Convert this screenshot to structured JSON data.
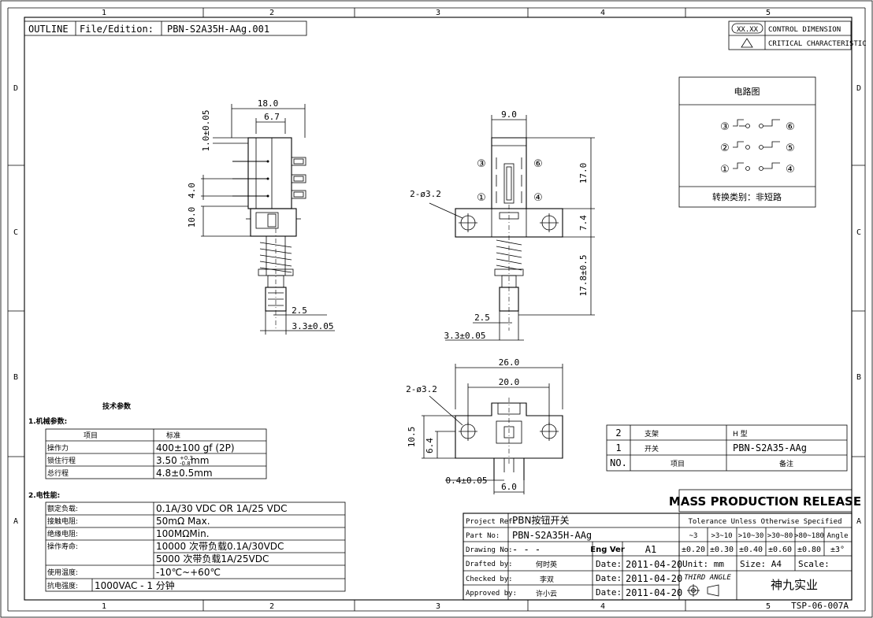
{
  "border": {
    "columns": [
      "1",
      "2",
      "3",
      "4",
      "5"
    ],
    "rows": [
      "D",
      "C",
      "B",
      "A"
    ]
  },
  "outline": {
    "label": "OUTLINE",
    "file_label": "File/Edition:",
    "file_value": "PBN-S2A35H-AAg.001"
  },
  "legend": {
    "control_symbol": "XX.XX",
    "control_text": "CONTROL DIMENSION",
    "critical_text": "CRITICAL CHARACTERISTIC"
  },
  "circuit": {
    "title": "电路图",
    "pins": [
      "①",
      "②",
      "③",
      "④",
      "⑤",
      "⑥"
    ],
    "footer": "转换类别：非短路"
  },
  "side_view": {
    "dims": {
      "width": "18.0",
      "inner": "6.7",
      "top_tol": "1.0±0.05",
      "pitch": "4.0",
      "lower": "10.0",
      "pin_w": "2.5",
      "stem": "3.3±0.05"
    }
  },
  "front_view": {
    "dims": {
      "width": "9.0",
      "upper": "17.0",
      "mid": "7.4",
      "stem_len": "17.8±0.5",
      "pin_w": "2.5",
      "stem": "3.3±0.05",
      "holes": "2-ø3.2"
    },
    "pins": [
      "③",
      "⑥",
      "①",
      "④"
    ]
  },
  "bottom_view": {
    "dims": {
      "outer": "26.0",
      "inner": "20.0",
      "holes": "2-ø3.2",
      "height": "10.5",
      "mid": "6.4",
      "thick": "0.4±0.05",
      "pin": "6.0"
    }
  },
  "tech": {
    "title": "技术参数",
    "mech_title": "1.机械参数:",
    "mech_head": [
      "项目",
      "标准"
    ],
    "mech_rows": [
      {
        "name": "操作力",
        "value": "400±100 gf (2P)"
      },
      {
        "name": "锁住行程",
        "value": "3.50",
        "sup": "+0.3",
        "sub": "-0.8",
        "unit": "mm"
      },
      {
        "name": "总行程",
        "value": "4.8±0.5mm"
      }
    ],
    "elec_title": "2.电性能:",
    "elec_rows": [
      {
        "name": "额定负载:",
        "value": "0.1A/30 VDC OR 1A/25 VDC"
      },
      {
        "name": "接触电阻:",
        "value": "50mΩ Max."
      },
      {
        "name": "绝缘电阻:",
        "value": "100MΩMin."
      },
      {
        "name": "操作寿命:",
        "value": "10000 次带负载0.1A/30VDC"
      },
      {
        "name": "",
        "value": "5000 次带负载1A/25VDC"
      },
      {
        "name": "使用温度:",
        "value": "-10℃~+60℃"
      }
    ],
    "withstand_label": "抗电强度:",
    "withstand_value": "1000VAC - 1 分钟"
  },
  "bom": {
    "rows": [
      {
        "no": "2",
        "item": "支架",
        "note": "H 型"
      },
      {
        "no": "1",
        "item": "开关",
        "note": "PBN-S2A35-AAg"
      }
    ],
    "head": {
      "no": "NO.",
      "item": "项目",
      "note": "备注"
    }
  },
  "release": "MASS PRODUCTION RELEASE",
  "title_block": {
    "project_ref_label": "Project Ref:",
    "project_ref": "PBN按钮开关",
    "part_no_label": "Part No:",
    "part_no": "PBN-S2A35H-AAg",
    "drawing_no_label": "Drawing No:",
    "drawing_no": "- - -",
    "eng_ver_label": "Eng Ver",
    "eng_ver": "A1",
    "drafted_label": "Drafted by:",
    "drafted": "何时英",
    "checked_label": "Checked by:",
    "checked": "李双",
    "approved_label": "Approved by:",
    "approved": "许小云",
    "date_label": "Date:",
    "date1": "2011-04-20",
    "date2": "2011-04-20",
    "date3": "2011-04-20",
    "tol_title": "Tolerance Unless Otherwise Specified",
    "tol_ranges": [
      "~3",
      ">3~10",
      ">10~30",
      ">30~80",
      ">80~180",
      "Angle"
    ],
    "tol_values": [
      "±0.20",
      "±0.30",
      "±0.40",
      "±0.60",
      "±0.80",
      "±3°"
    ],
    "unit": "Unit: mm",
    "size": "Size: A4",
    "scale": "Scale:",
    "third_angle": "THIRD ANGLE",
    "company": "神九实业",
    "doc_no": "TSP-06-007A"
  }
}
